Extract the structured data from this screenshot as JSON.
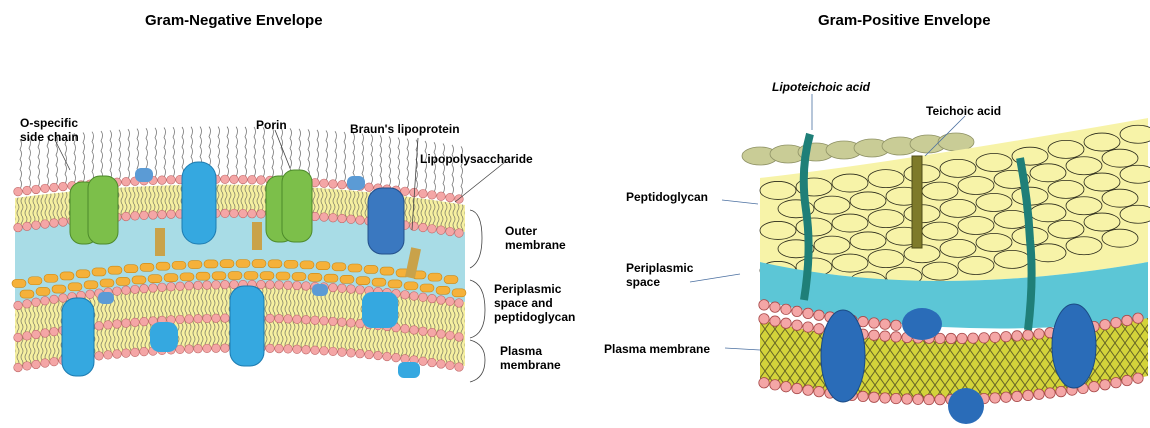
{
  "negative": {
    "title": "Gram-Negative Envelope",
    "labels": {
      "o_chain": "O-specific\nside chain",
      "porin": "Porin",
      "brauns": "Braun's lipoprotein",
      "lps": "Lipopolysaccharide",
      "outer": "Outer\nmembrane",
      "periplasmic": "Periplasmic\nspace and\npeptidoglycan",
      "plasma": "Plasma\nmembrane"
    }
  },
  "positive": {
    "title": "Gram-Positive Envelope",
    "labels": {
      "lipoteichoic": "Lipoteichoic acid",
      "teichoic": "Teichoic acid",
      "peptidoglycan": "Peptidoglycan",
      "periplasmic": "Periplasmic\nspace",
      "plasma": "Plasma membrane"
    }
  },
  "colors": {
    "lipid_head": "#f4a6a6",
    "bilayer": "#f6f0a0",
    "periplasm_neg": "#a8dce6",
    "peptidoglycan_orange": "#f5b13a",
    "porin_green": "#7cbf4a",
    "protein_blue": "#35a8e0",
    "braun_blue": "#3a78c0",
    "pos_peptidoglycan": "#f7f3a8",
    "pos_periplasm": "#5cc6d6",
    "pos_membrane": "#d3d33a",
    "pos_protein": "#2a6cb8",
    "lta_teal": "#1f7f78",
    "teichoic_olive": "#7e7a2a"
  }
}
